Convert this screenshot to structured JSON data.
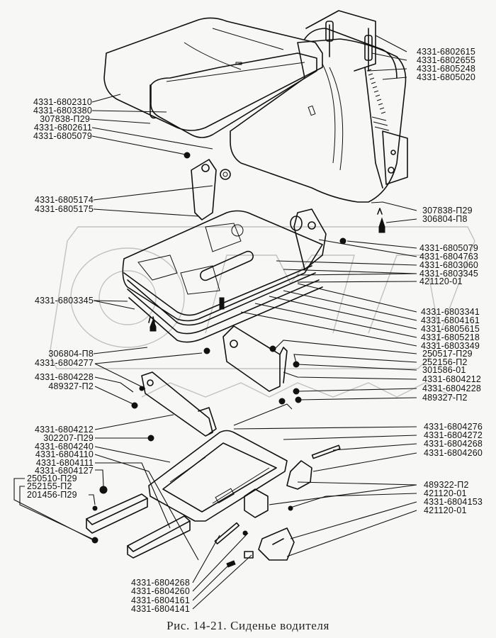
{
  "figure": {
    "caption": "Рис. 14-21. Сиденье водителя",
    "title": "Driver's seat — exploded parts view"
  },
  "watermark": {
    "text": "OMAX",
    "color": "#bfc3c0"
  },
  "labels": {
    "left": [
      "4331-6802310",
      "4331-6803380",
      "307838-П29",
      "4331-6802611",
      "4331-6805079",
      "4331-6805174",
      "4331-6805175",
      "4331-6803345",
      "306804-П8",
      "4331-6804277",
      "4331-6804228",
      "489327-П2",
      "4331-6804212",
      "302207-П29",
      "4331-6804240",
      "4331-6804110",
      "4331-6804111",
      "4331-6804127",
      "250510-П29",
      "252155-П2",
      "201456-П29"
    ],
    "right": [
      "4331-6802615",
      "4331-6802655",
      "4331-6805248",
      "4331-6805020",
      "307838-П29",
      "306804-П8",
      "4331-6805079",
      "4331-6804763",
      "4331-6803060",
      "4331-6803345",
      "421120-01",
      "4331-6803341",
      "4331-6804161",
      "4331-6805615",
      "4331-6805218",
      "4331-6803349",
      "250517-П29",
      "252156-П2",
      "301586-01",
      "4331-6804212",
      "4331-6804228",
      "489327-П2",
      "4331-6804276",
      "4331-6804272",
      "4331-6804268",
      "4331-6804260",
      "489322-П2",
      "421120-01",
      "4331-6804153",
      "421120-01"
    ],
    "bottom": [
      "4331-6804268",
      "4331-6804260",
      "4331-6804161",
      "4331-6804141"
    ]
  }
}
